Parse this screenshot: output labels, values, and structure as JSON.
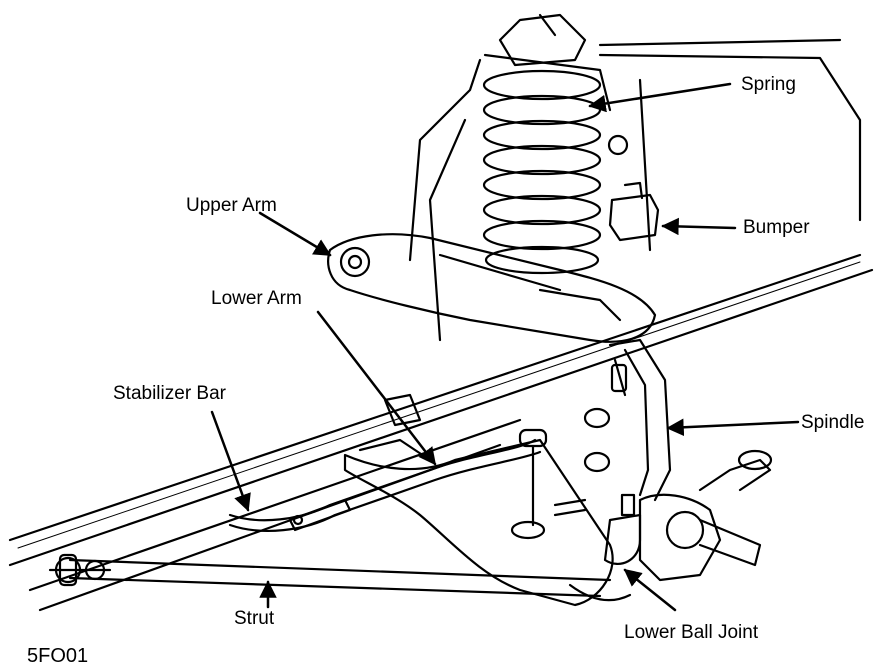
{
  "labels": {
    "spring": "Spring",
    "bumper": "Bumper",
    "upper_arm": "Upper Arm",
    "lower_arm": "Lower Arm",
    "stabilizer_bar": "Stabilizer Bar",
    "spindle": "Spindle",
    "strut": "Strut",
    "lower_ball_joint": "Lower Ball Joint"
  },
  "figure_code": "5FO01",
  "colors": {
    "ink": "#000000",
    "paper": "#ffffff"
  }
}
